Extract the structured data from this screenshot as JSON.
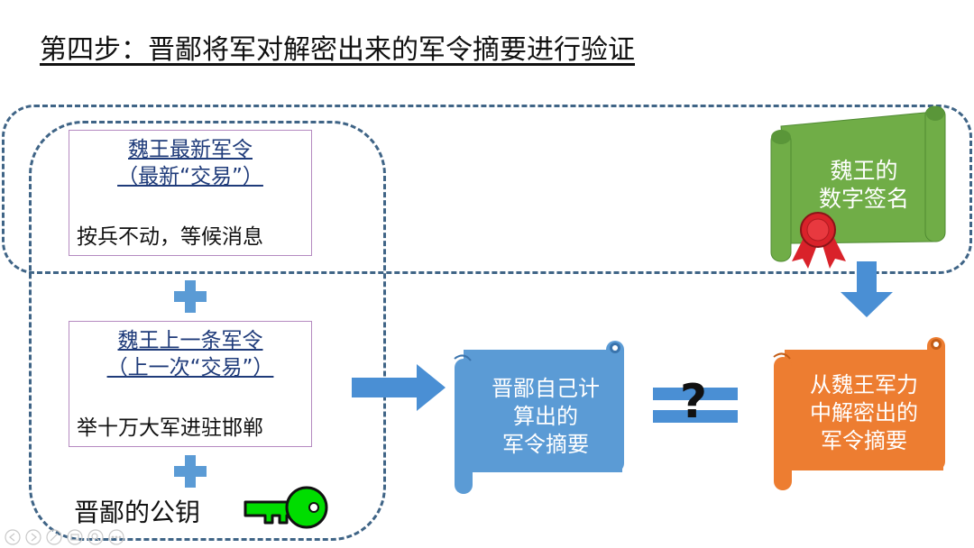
{
  "title": "第四步：晋鄙将军对解密出来的军令摘要进行验证",
  "latest_order": {
    "title_line1": "魏王最新军令",
    "title_line2": "（最新“交易”）",
    "body": "按兵不动，等候消息"
  },
  "previous_order": {
    "title_line1": "魏王上一条军令",
    "title_line2": "（上一次“交易”）",
    "body": "举十万大军进驻邯郸"
  },
  "public_key_label": "晋鄙的公钥",
  "signature": {
    "line1": "魏王的",
    "line2": "数字签名"
  },
  "computed_digest": {
    "line1": "晋鄙自己计",
    "line2": "算出的",
    "line3": "军令摘要"
  },
  "question_mark": "?",
  "decrypted_digest": {
    "line1": "从魏王军力",
    "line2": "中解密出的",
    "line3": "军令摘要"
  },
  "colors": {
    "dash": "#3f6486",
    "green_scroll": "#70ad47",
    "blue_scroll": "#5b9bd5",
    "orange_scroll": "#ed7d31",
    "key": "#00dd00",
    "seal": "#d9222a"
  },
  "icons": [
    "plus-icon",
    "key-icon",
    "seal-ribbon-icon",
    "arrow-right-icon",
    "arrow-down-icon",
    "equals-icon"
  ]
}
